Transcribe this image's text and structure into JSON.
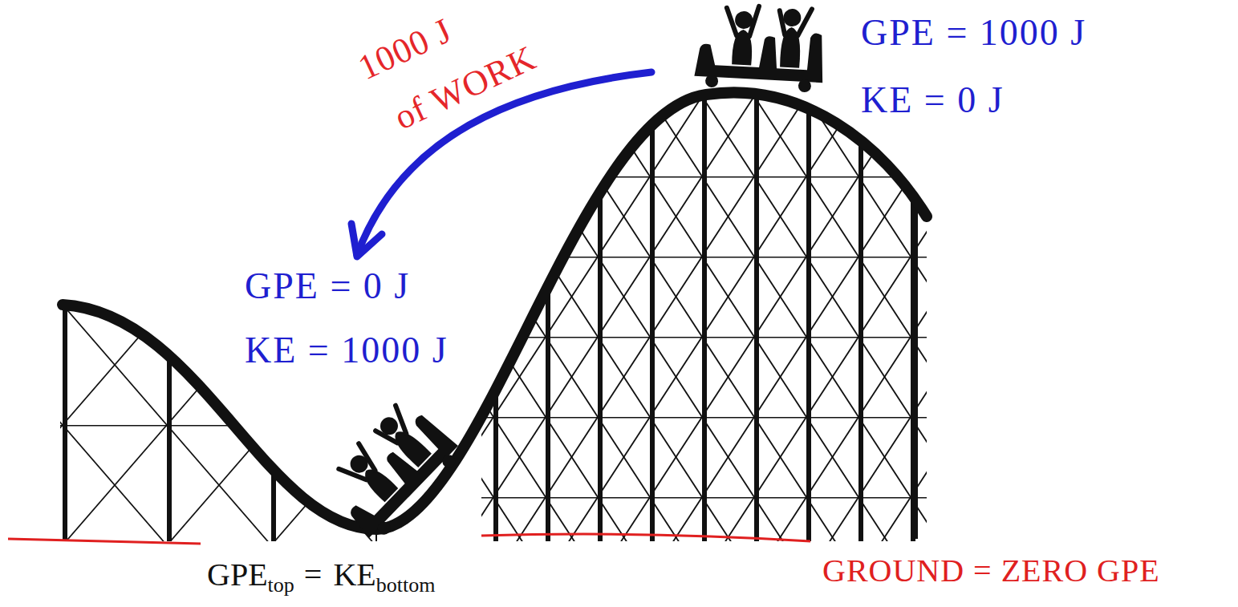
{
  "diagram": {
    "labels": [
      "1000 J",
      "of WORK",
      "GPE = 1000 J",
      "KE = 0 J",
      "GPE = 0 J",
      "KE = 1000 J",
      "GPE",
      "top",
      "=",
      "KE",
      "bottom",
      "GROUND = ZERO GPE"
    ]
  }
}
